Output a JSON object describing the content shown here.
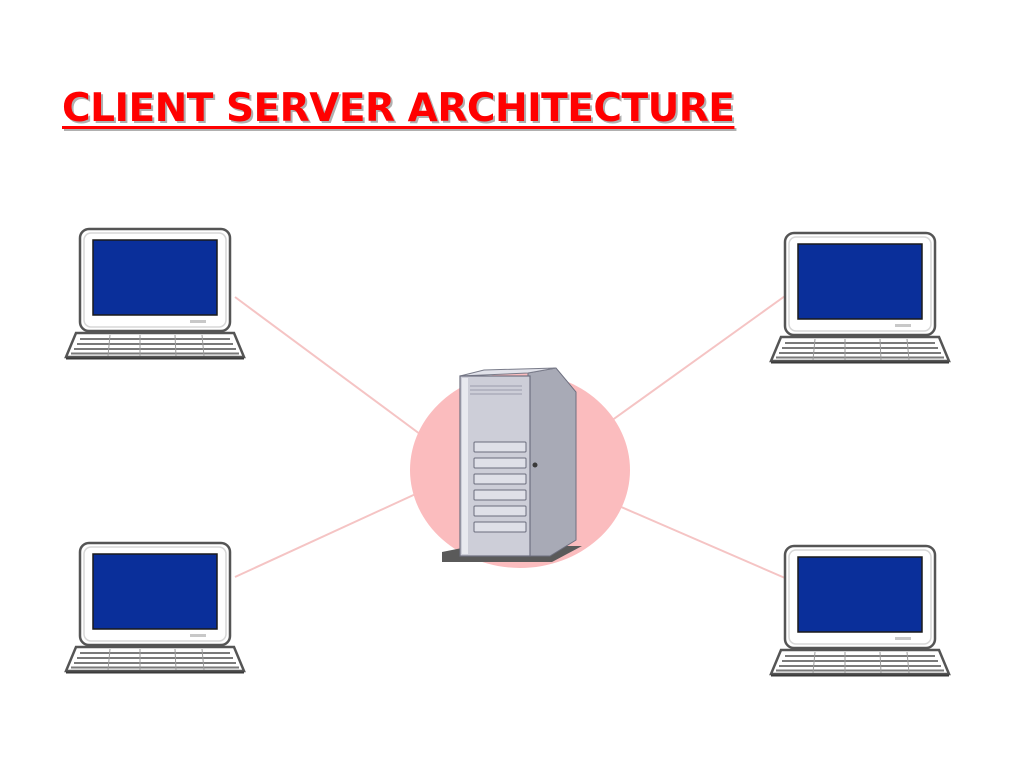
{
  "slide": {
    "title": "CLIENT SERVER ARCHITECTURE"
  },
  "colors": {
    "title": "#ff0000",
    "screen": "#0a2f9a",
    "halo": "#fbbcbe",
    "link": "#f5c4c4",
    "server_body": "#c9cad4"
  },
  "diagram": {
    "server": {
      "icon": "server-tower-icon",
      "highlight": "pink-halo"
    },
    "clients": [
      {
        "icon": "laptop-icon"
      },
      {
        "icon": "laptop-icon"
      },
      {
        "icon": "laptop-icon"
      },
      {
        "icon": "laptop-icon"
      }
    ],
    "connections": 4
  }
}
